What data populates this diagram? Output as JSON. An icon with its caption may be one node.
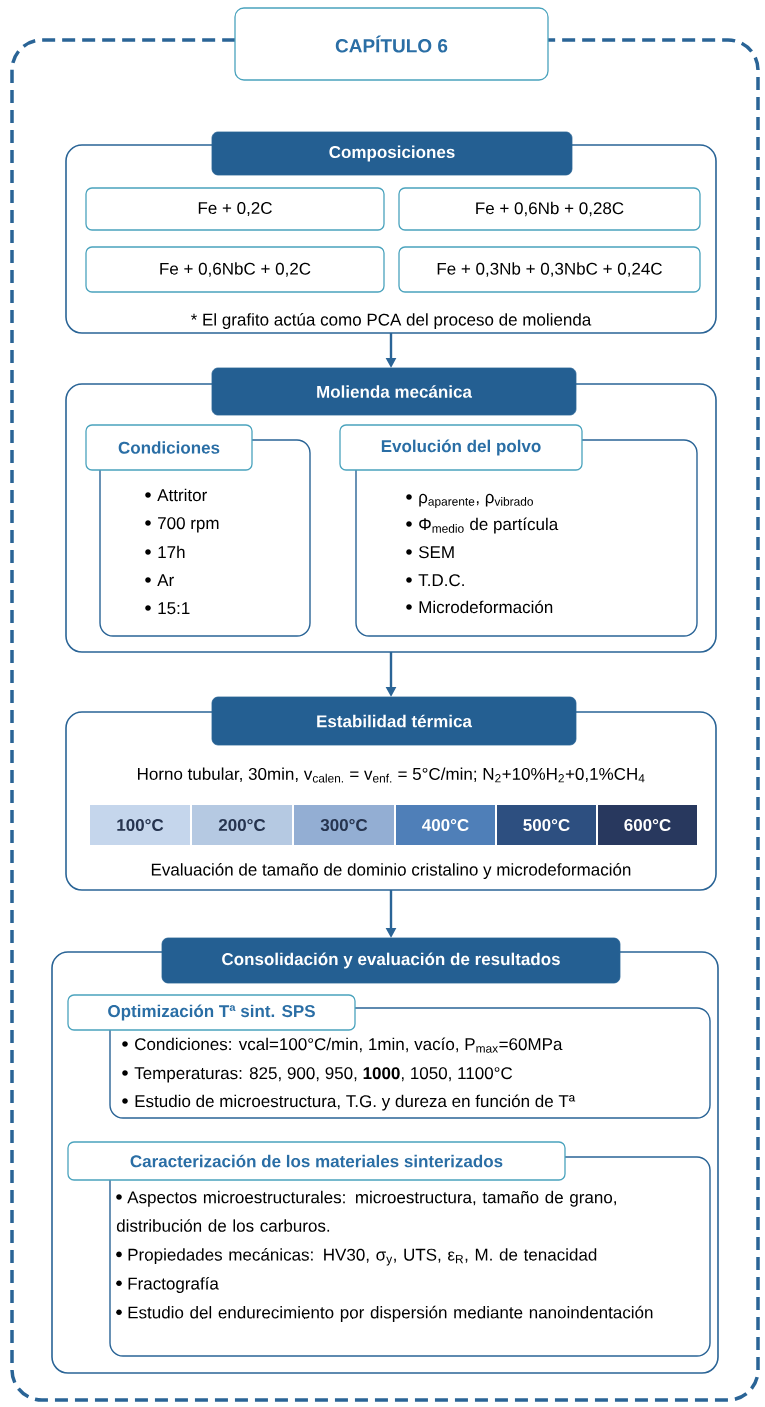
{
  "diagram": {
    "nodes": [
      {
        "text": [
          "CAPÍTULO 6"
        ]
      },
      {
        "text": [
          "Composiciones",
          "* El grafito actúa como PCA del proceso de molienda"
        ],
        "in": 0
      },
      {
        "text": [
          "Fe + 0,2C"
        ],
        "in": 1
      },
      {
        "text": [
          "Fe + 0,6Nb + 0,28C"
        ],
        "in": 1
      },
      {
        "text": [
          "Fe + 0,6NbC + 0,2C"
        ],
        "in": 1
      },
      {
        "text": [
          "Fe + 0,3Nb + 0,3NbC + 0,24C"
        ],
        "in": 1
      },
      {
        "text": [
          "Molienda mecánica"
        ],
        "in": 0
      },
      {
        "text": [
          "Condiciones",
          "Attritor",
          "700 rpm",
          "17h",
          "Ar",
          "15:1"
        ],
        "in": 6
      },
      {
        "text": [
          "Evolución del polvo",
          "ρ$_{aparente}$, ρ$_{vibrado}$",
          "Φ$_{medio}$ de partícula",
          "SEM",
          "T.D.C.",
          "Microdeformación"
        ],
        "in": 6
      },
      {
        "text": [
          "Estabilidad térmica",
          "Horno tubular, 30min, v$_{calen.}$ = v$_{enf.}$ = 5°C/min; N$_{2}$+10%H$_{2}$+0,1%CH$_{4}$",
          "Evaluación de tamaño de dominio cristalino y microdeformación"
        ],
        "in": 0
      },
      {
        "text": [
          "100°C"
        ],
        "in": 9
      },
      {
        "text": [
          "200°C"
        ],
        "in": 9
      },
      {
        "text": [
          "300°C"
        ],
        "in": 9
      },
      {
        "text": [
          "400°C"
        ],
        "in": 9
      },
      {
        "text": [
          "500°C"
        ],
        "in": 9
      },
      {
        "text": [
          "600°C"
        ],
        "in": 9
      },
      {
        "text": [
          "Consolidación y evaluación de resultados"
        ],
        "in": 0
      },
      {
        "text": [
          "Optimización Tª sint. SPS",
          "Condiciones: vcal=100°C/min, 1min, vacío, P$_{max}$=60MPa",
          "Temperaturas: 825, 900, 950, **1000**, 1050, 1100°C",
          "Estudio de microestructura, T.G. y dureza en función de Tª"
        ],
        "in": 16
      },
      {
        "text": [
          "Caracterización de los materiales sinterizados",
          "Aspectos microestructurales: microestructura, tamaño de grano, distribución de los carburos.",
          "Propiedades mecánicas: HV30, σ$_{y}$, UTS, ε$_{R}$, M. de tenacidad",
          "Fractografía",
          "Estudio del endurecimiento por dispersión mediante nanoindentación"
        ],
        "in": 16
      }
    ],
    "edges": [
      {
        "from": 1,
        "to": 6,
        "arrow": "to"
      },
      {
        "from": 6,
        "to": 9,
        "arrow": "to"
      },
      {
        "from": 9,
        "to": 16,
        "arrow": "to"
      }
    ]
  }
}
